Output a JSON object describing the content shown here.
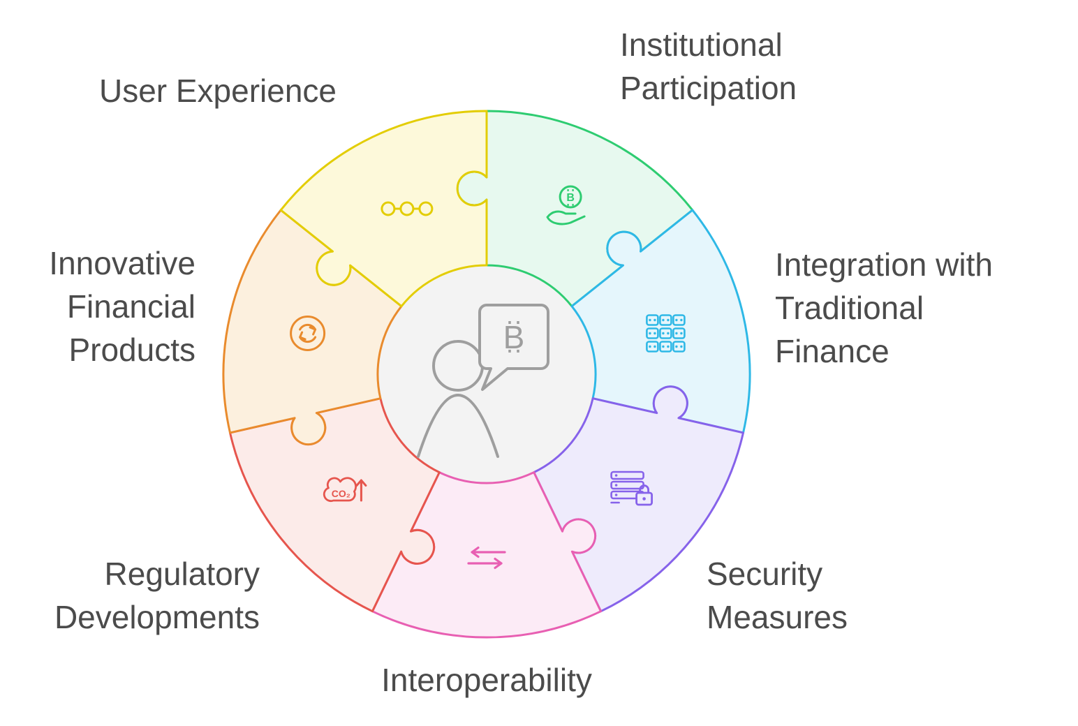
{
  "diagram": {
    "type": "puzzle-wheel",
    "text_color": "#4b4b4b",
    "center_fill": "#f3f3f3",
    "center_icon_color": "#9e9e9e",
    "center": {
      "icon": "person-chat-bitcoin-icon",
      "bitcoin_symbol": "₿"
    },
    "segments": [
      {
        "id": "institutional-participation",
        "label": "Institutional Participation",
        "label_lines": [
          "Institutional",
          "Participation"
        ],
        "icon": "hand-bitcoin-icon",
        "icon_symbol": "₿",
        "color": "#2ecc71",
        "fill": "#e7f9ef"
      },
      {
        "id": "integration-traditional-finance",
        "label": "Integration with Traditional Finance",
        "label_lines": [
          "Integration with",
          "Traditional",
          "Finance"
        ],
        "icon": "blockchain-blocks-icon",
        "color": "#2eb8e6",
        "fill": "#e5f6fc"
      },
      {
        "id": "security-measures",
        "label": "Security Measures",
        "label_lines": [
          "Security",
          "Measures"
        ],
        "icon": "server-lock-icon",
        "color": "#8662ea",
        "fill": "#eeebfc"
      },
      {
        "id": "interoperability",
        "label": "Interoperability",
        "label_lines": [
          "Interoperability"
        ],
        "icon": "swap-arrows-icon",
        "color": "#e85fb2",
        "fill": "#fcebf6"
      },
      {
        "id": "regulatory-developments",
        "label": "Regulatory Developments",
        "label_lines": [
          "Regulatory",
          "Developments"
        ],
        "icon": "co2-arrow-icon",
        "icon_text": "CO₂",
        "color": "#e6554d",
        "fill": "#fcebe9"
      },
      {
        "id": "innovative-financial-products",
        "label": "Innovative Financial Products",
        "label_lines": [
          "Innovative",
          "Financial",
          "Products"
        ],
        "icon": "refresh-circle-icon",
        "color": "#e98b2d",
        "fill": "#fcf0de"
      },
      {
        "id": "user-experience",
        "label": "User Experience",
        "label_lines": [
          "User Experience"
        ],
        "icon": "linked-dots-icon",
        "color": "#e3cd05",
        "fill": "#fdf9da"
      }
    ]
  }
}
